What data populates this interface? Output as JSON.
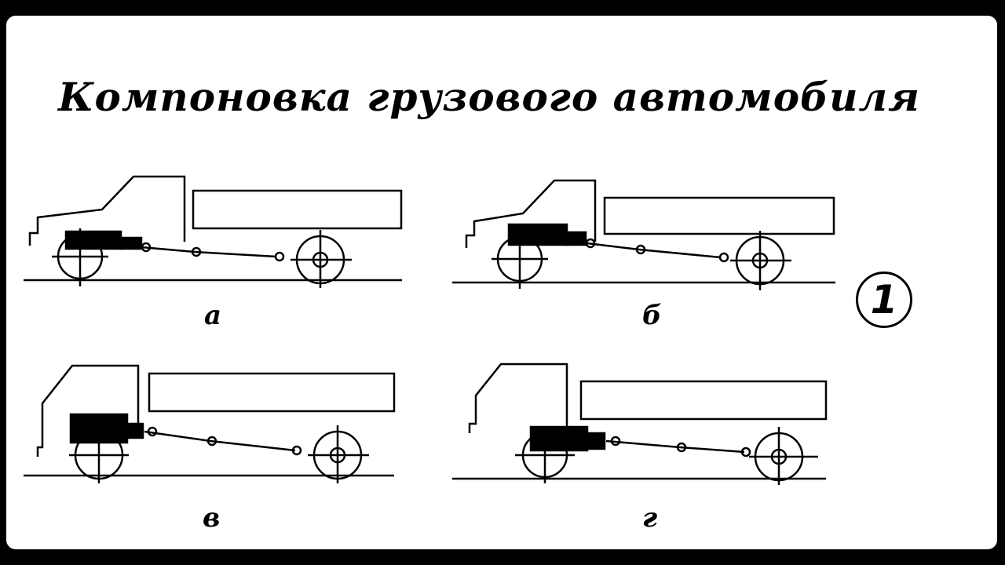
{
  "title": "Компоновка грузового автомобиля",
  "figure_number": "1",
  "variants": [
    {
      "label": "а",
      "cab": "bonnet",
      "engine_position": "front-over-axle"
    },
    {
      "label": "б",
      "cab": "bonnet",
      "engine_position": "front-over-axle"
    },
    {
      "label": "в",
      "cab": "cab-over",
      "engine_position": "over-front-axle"
    },
    {
      "label": "г",
      "cab": "cab-over",
      "engine_position": "behind-front-axle"
    }
  ],
  "colors": {
    "background": "#000000",
    "board": "#ffffff",
    "ink": "#000000"
  }
}
